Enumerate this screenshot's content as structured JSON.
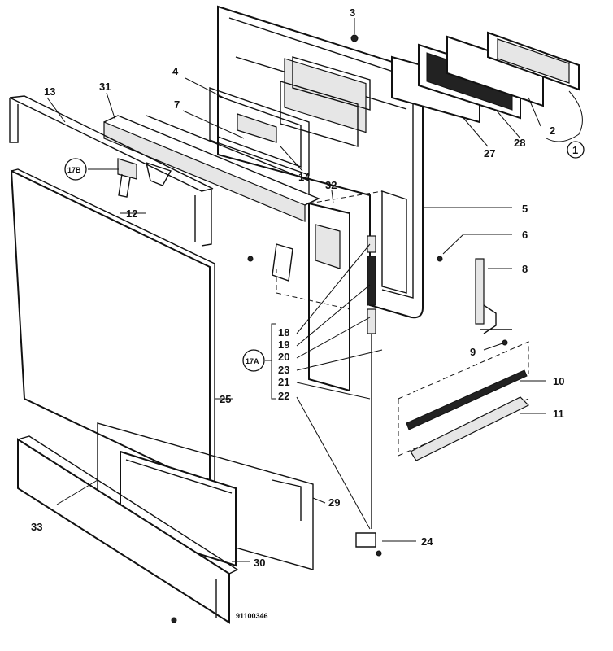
{
  "diagram": {
    "drawing_number": "91100346",
    "callouts": [
      {
        "id": "c3",
        "text": "3"
      },
      {
        "id": "c4",
        "text": "4"
      },
      {
        "id": "c7",
        "text": "7"
      },
      {
        "id": "c13",
        "text": "13"
      },
      {
        "id": "c31",
        "text": "31"
      },
      {
        "id": "c17b",
        "text": "17B"
      },
      {
        "id": "c12",
        "text": "12"
      },
      {
        "id": "c14",
        "text": "14"
      },
      {
        "id": "c32",
        "text": "32"
      },
      {
        "id": "c27",
        "text": "27"
      },
      {
        "id": "c28",
        "text": "28"
      },
      {
        "id": "c2",
        "text": "2"
      },
      {
        "id": "c1",
        "text": "1"
      },
      {
        "id": "c5",
        "text": "5"
      },
      {
        "id": "c6",
        "text": "6"
      },
      {
        "id": "c8",
        "text": "8"
      },
      {
        "id": "c9",
        "text": "9"
      },
      {
        "id": "c10",
        "text": "10"
      },
      {
        "id": "c11",
        "text": "11"
      },
      {
        "id": "c17a",
        "text": "17A"
      },
      {
        "id": "c18",
        "text": "18"
      },
      {
        "id": "c19",
        "text": "19"
      },
      {
        "id": "c20",
        "text": "20"
      },
      {
        "id": "c23",
        "text": "23"
      },
      {
        "id": "c21",
        "text": "21"
      },
      {
        "id": "c22",
        "text": "22"
      },
      {
        "id": "c25",
        "text": "25"
      },
      {
        "id": "c29",
        "text": "29"
      },
      {
        "id": "c24",
        "text": "24"
      },
      {
        "id": "c30",
        "text": "30"
      },
      {
        "id": "c33",
        "text": "33"
      }
    ]
  }
}
